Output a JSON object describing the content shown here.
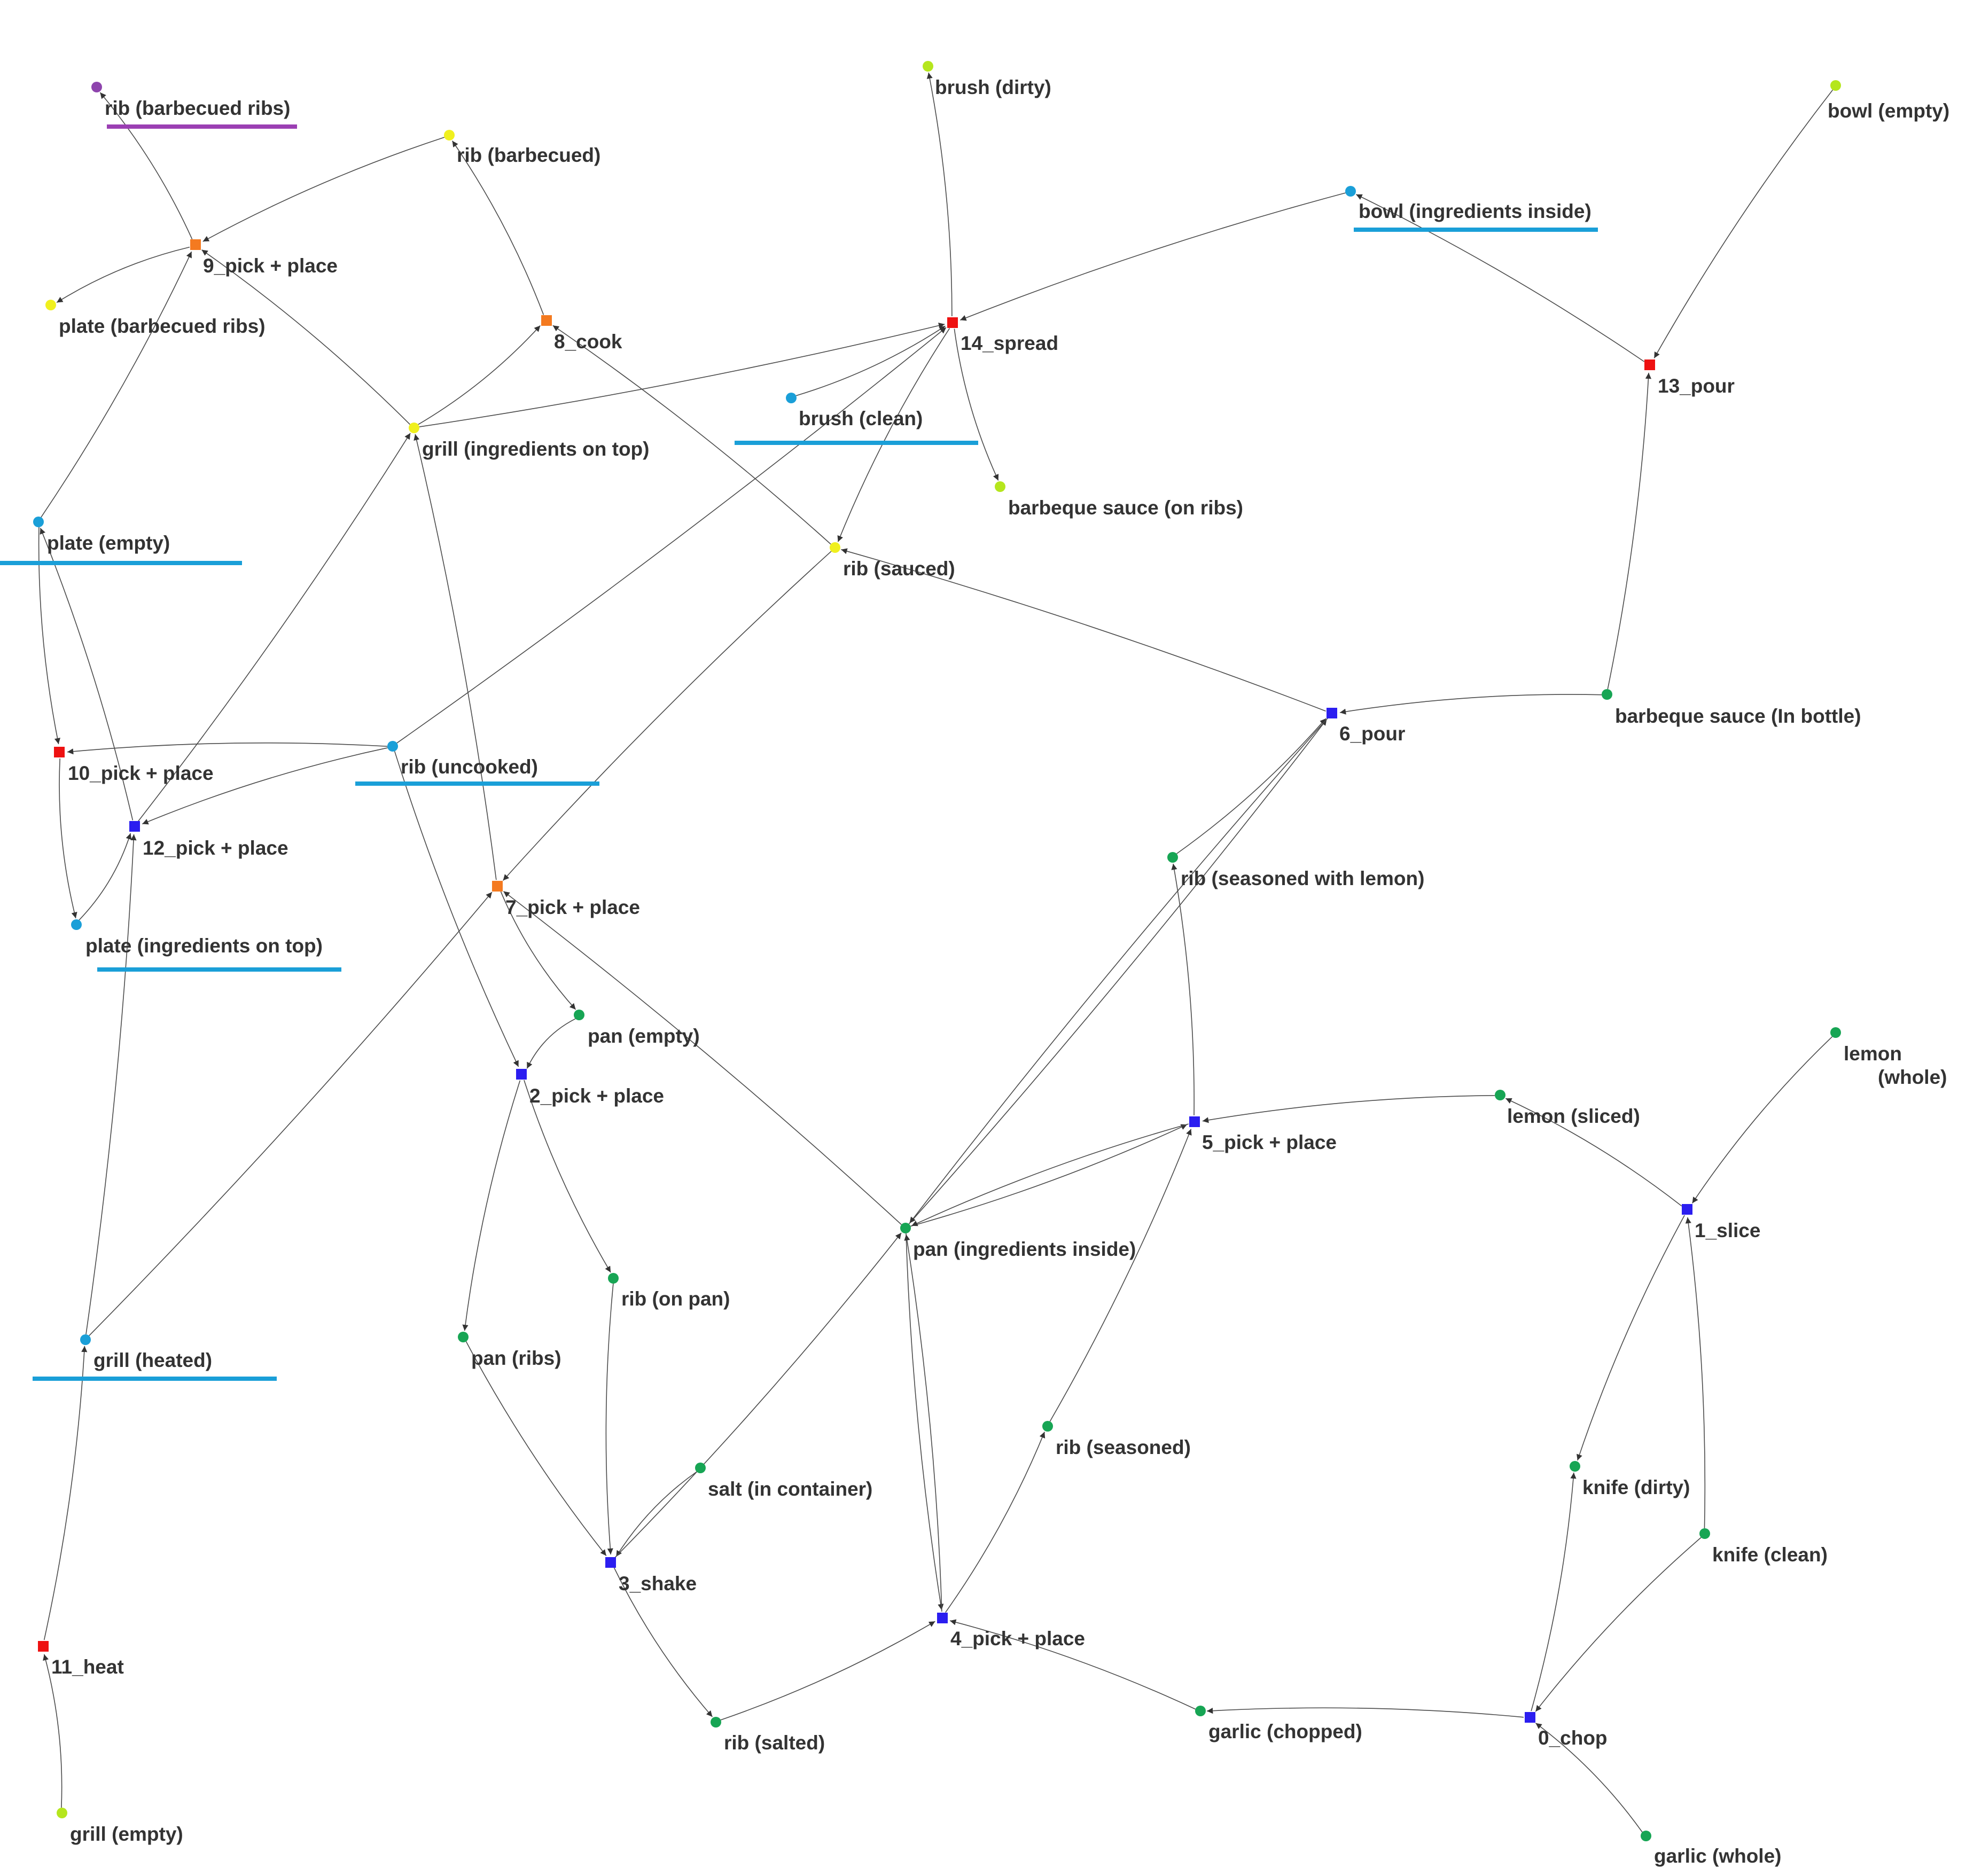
{
  "legend_colors": {
    "object_lime": "#b5e61d",
    "object_yellow": "#f0f01e",
    "object_cyan": "#1a9fd8",
    "object_green": "#17a554",
    "object_purple": "#8e44ad",
    "action_red": "#ee1111",
    "action_orange": "#f47a20",
    "action_blue": "#2b1ef0",
    "underline_blue": "#1a9fd8",
    "underline_purple": "#9b3fb3"
  },
  "nodes": [
    {
      "id": "rib_bbq_ribs",
      "label": "rib (barbecued ribs)",
      "kind": "object",
      "color": "#8e44ad",
      "underline": "#9b3fb3"
    },
    {
      "id": "rib_bbq",
      "label": "rib (barbecued)",
      "kind": "object",
      "color": "#f0f01e"
    },
    {
      "id": "a9",
      "label": "9_pick + place",
      "kind": "action",
      "color": "#f47a20"
    },
    {
      "id": "plate_bbq",
      "label": "plate (barbecued ribs)",
      "kind": "object",
      "color": "#f0f01e"
    },
    {
      "id": "a8",
      "label": "8_cook",
      "kind": "action",
      "color": "#f47a20"
    },
    {
      "id": "grill_top",
      "label": "grill (ingredients on top)",
      "kind": "object",
      "color": "#f0f01e"
    },
    {
      "id": "plate_empty",
      "label": "plate (empty)",
      "kind": "object",
      "color": "#1a9fd8",
      "underline": "#1a9fd8"
    },
    {
      "id": "brush_dirty",
      "label": "brush (dirty)",
      "kind": "object",
      "color": "#b5e61d"
    },
    {
      "id": "bowl_inside",
      "label": "bowl (ingredients inside)",
      "kind": "object",
      "color": "#1a9fd8",
      "underline": "#1a9fd8"
    },
    {
      "id": "bowl_empty",
      "label": "bowl (empty)",
      "kind": "object",
      "color": "#b5e61d"
    },
    {
      "id": "a14",
      "label": "14_spread",
      "kind": "action",
      "color": "#ee1111"
    },
    {
      "id": "brush_clean",
      "label": "brush (clean)",
      "kind": "object",
      "color": "#1a9fd8",
      "underline": "#1a9fd8"
    },
    {
      "id": "sauce_ribs",
      "label": "barbeque sauce (on ribs)",
      "kind": "object",
      "color": "#b5e61d"
    },
    {
      "id": "a13",
      "label": "13_pour",
      "kind": "action",
      "color": "#ee1111"
    },
    {
      "id": "rib_sauced",
      "label": "rib (sauced)",
      "kind": "object",
      "color": "#f0f01e"
    },
    {
      "id": "sauce_bottle",
      "label": "barbeque sauce (In bottle)",
      "kind": "object",
      "color": "#17a554"
    },
    {
      "id": "a6",
      "label": "6_pour",
      "kind": "action",
      "color": "#2b1ef0"
    },
    {
      "id": "a10",
      "label": "10_pick + place",
      "kind": "action",
      "color": "#ee1111"
    },
    {
      "id": "rib_uncooked",
      "label": "rib (uncooked)",
      "kind": "object",
      "color": "#1a9fd8",
      "underline": "#1a9fd8"
    },
    {
      "id": "a12",
      "label": "12_pick + place",
      "kind": "action",
      "color": "#2b1ef0"
    },
    {
      "id": "a7",
      "label": "7_pick + place",
      "kind": "action",
      "color": "#f47a20"
    },
    {
      "id": "plate_top",
      "label": "plate (ingredients on top)",
      "kind": "object",
      "color": "#1a9fd8",
      "underline": "#1a9fd8"
    },
    {
      "id": "rib_lemon",
      "label": "rib (seasoned with lemon)",
      "kind": "object",
      "color": "#17a554"
    },
    {
      "id": "pan_empty",
      "label": "pan (empty)",
      "kind": "object",
      "color": "#17a554"
    },
    {
      "id": "a2",
      "label": "2_pick + place",
      "kind": "action",
      "color": "#2b1ef0"
    },
    {
      "id": "lemon_whole",
      "label": "lemon\n(whole)",
      "kind": "object",
      "color": "#17a554"
    },
    {
      "id": "lemon_sliced",
      "label": "lemon (sliced)",
      "kind": "object",
      "color": "#17a554"
    },
    {
      "id": "a5",
      "label": "5_pick + place",
      "kind": "action",
      "color": "#2b1ef0"
    },
    {
      "id": "a1",
      "label": "1_slice",
      "kind": "action",
      "color": "#2b1ef0"
    },
    {
      "id": "pan_inside",
      "label": "pan (ingredients inside)",
      "kind": "object",
      "color": "#17a554"
    },
    {
      "id": "rib_on_pan",
      "label": "rib (on pan)",
      "kind": "object",
      "color": "#17a554"
    },
    {
      "id": "pan_ribs",
      "label": "pan (ribs)",
      "kind": "object",
      "color": "#17a554"
    },
    {
      "id": "grill_heated",
      "label": "grill (heated)",
      "kind": "object",
      "color": "#1a9fd8",
      "underline": "#1a9fd8"
    },
    {
      "id": "rib_seasoned",
      "label": "rib (seasoned)",
      "kind": "object",
      "color": "#17a554"
    },
    {
      "id": "salt",
      "label": "salt (in container)",
      "kind": "object",
      "color": "#17a554"
    },
    {
      "id": "knife_dirty",
      "label": "knife (dirty)",
      "kind": "object",
      "color": "#17a554"
    },
    {
      "id": "knife_clean",
      "label": "knife (clean)",
      "kind": "object",
      "color": "#17a554"
    },
    {
      "id": "a3",
      "label": "3_shake",
      "kind": "action",
      "color": "#2b1ef0"
    },
    {
      "id": "a4",
      "label": "4_pick + place",
      "kind": "action",
      "color": "#2b1ef0"
    },
    {
      "id": "a11",
      "label": "11_heat",
      "kind": "action",
      "color": "#ee1111"
    },
    {
      "id": "rib_salted",
      "label": "rib (salted)",
      "kind": "object",
      "color": "#17a554"
    },
    {
      "id": "garlic_chopped",
      "label": "garlic (chopped)",
      "kind": "object",
      "color": "#17a554"
    },
    {
      "id": "a0",
      "label": "0_chop",
      "kind": "action",
      "color": "#2b1ef0"
    },
    {
      "id": "grill_empty",
      "label": "grill (empty)",
      "kind": "object",
      "color": "#b5e61d"
    },
    {
      "id": "garlic_whole",
      "label": "garlic (whole)",
      "kind": "object",
      "color": "#17a554"
    }
  ],
  "edges": [
    [
      "garlic_whole",
      "a0"
    ],
    [
      "knife_clean",
      "a0"
    ],
    [
      "a0",
      "garlic_chopped"
    ],
    [
      "a0",
      "knife_dirty"
    ],
    [
      "lemon_whole",
      "a1"
    ],
    [
      "knife_clean",
      "a1"
    ],
    [
      "a1",
      "lemon_sliced"
    ],
    [
      "a1",
      "knife_dirty"
    ],
    [
      "rib_uncooked",
      "a2"
    ],
    [
      "pan_empty",
      "a2"
    ],
    [
      "a2",
      "rib_on_pan"
    ],
    [
      "a2",
      "pan_ribs"
    ],
    [
      "pan_ribs",
      "a3"
    ],
    [
      "rib_on_pan",
      "a3"
    ],
    [
      "salt",
      "a3"
    ],
    [
      "a3",
      "rib_salted"
    ],
    [
      "a3",
      "pan_inside"
    ],
    [
      "rib_salted",
      "a4"
    ],
    [
      "garlic_chopped",
      "a4"
    ],
    [
      "pan_inside",
      "a4"
    ],
    [
      "a4",
      "rib_seasoned"
    ],
    [
      "a4",
      "pan_inside"
    ],
    [
      "rib_seasoned",
      "a5"
    ],
    [
      "lemon_sliced",
      "a5"
    ],
    [
      "pan_inside",
      "a5"
    ],
    [
      "a5",
      "rib_lemon"
    ],
    [
      "a5",
      "pan_inside"
    ],
    [
      "rib_lemon",
      "a6"
    ],
    [
      "sauce_bottle",
      "a6"
    ],
    [
      "pan_inside",
      "a6"
    ],
    [
      "a6",
      "rib_sauced"
    ],
    [
      "a6",
      "pan_inside"
    ],
    [
      "rib_sauced",
      "a7"
    ],
    [
      "grill_heated",
      "a7"
    ],
    [
      "pan_inside",
      "a7"
    ],
    [
      "a7",
      "grill_top"
    ],
    [
      "a7",
      "pan_empty"
    ],
    [
      "grill_top",
      "a8"
    ],
    [
      "rib_sauced",
      "a8"
    ],
    [
      "a8",
      "rib_bbq"
    ],
    [
      "rib_bbq",
      "a9"
    ],
    [
      "grill_top",
      "a9"
    ],
    [
      "plate_empty",
      "a9"
    ],
    [
      "a9",
      "rib_bbq_ribs"
    ],
    [
      "a9",
      "plate_bbq"
    ],
    [
      "rib_uncooked",
      "a10"
    ],
    [
      "plate_empty",
      "a10"
    ],
    [
      "a10",
      "plate_top"
    ],
    [
      "grill_empty",
      "a11"
    ],
    [
      "a11",
      "grill_heated"
    ],
    [
      "plate_top",
      "a12"
    ],
    [
      "rib_uncooked",
      "a12"
    ],
    [
      "grill_heated",
      "a12"
    ],
    [
      "a12",
      "plate_empty"
    ],
    [
      "a12",
      "grill_top"
    ],
    [
      "bowl_empty",
      "a13"
    ],
    [
      "sauce_bottle",
      "a13"
    ],
    [
      "a13",
      "bowl_inside"
    ],
    [
      "bowl_inside",
      "a14"
    ],
    [
      "brush_clean",
      "a14"
    ],
    [
      "grill_top",
      "a14"
    ],
    [
      "rib_uncooked",
      "a14"
    ],
    [
      "a14",
      "brush_dirty"
    ],
    [
      "a14",
      "sauce_ribs"
    ],
    [
      "a14",
      "rib_sauced"
    ]
  ]
}
